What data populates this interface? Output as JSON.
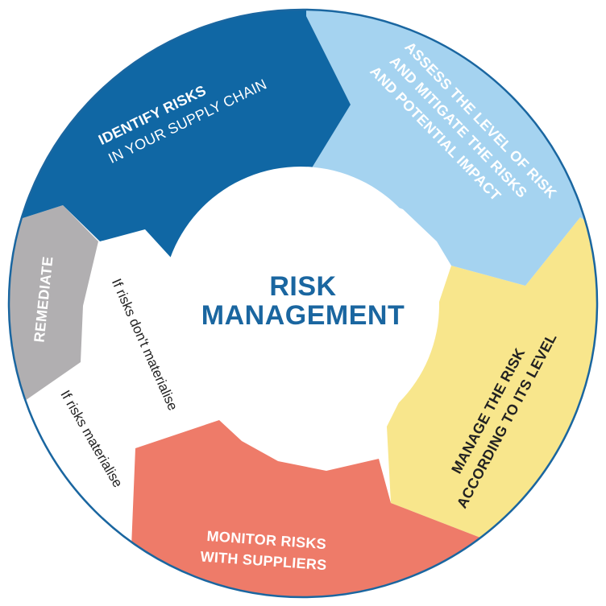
{
  "center": {
    "line1": "RISK",
    "line2": "MANAGEMENT"
  },
  "stages": {
    "identify": {
      "line1": "IDENTIFY RISKS",
      "line2": "IN YOUR SUPPLY CHAIN",
      "color": "#1067a4"
    },
    "assess": {
      "line1": "ASSESS THE LEVEL OF RISK",
      "line2": "AND MITIGATE THE RISKS",
      "line3": "AND POTENTIAL IMPACT",
      "color": "#a5d3f0"
    },
    "manage": {
      "line1": "MANAGE THE RISK",
      "line2": "ACCORDING TO ITS LEVEL",
      "color": "#f8e68c"
    },
    "monitor": {
      "line1": "MONITOR RISKS",
      "line2": "WITH SUPPLIERS",
      "color": "#ee7b69"
    },
    "remediate": {
      "line1": "REMEDIATE",
      "color": "#b1afb1"
    }
  },
  "branches": {
    "not_materialise": "If risks don't materialise",
    "materialise": "If risks materialise"
  },
  "colors": {
    "title": "#1a66a0",
    "ring_outline": "#1a66a0",
    "dark_text": "#222222",
    "light_text": "#ffffff"
  }
}
